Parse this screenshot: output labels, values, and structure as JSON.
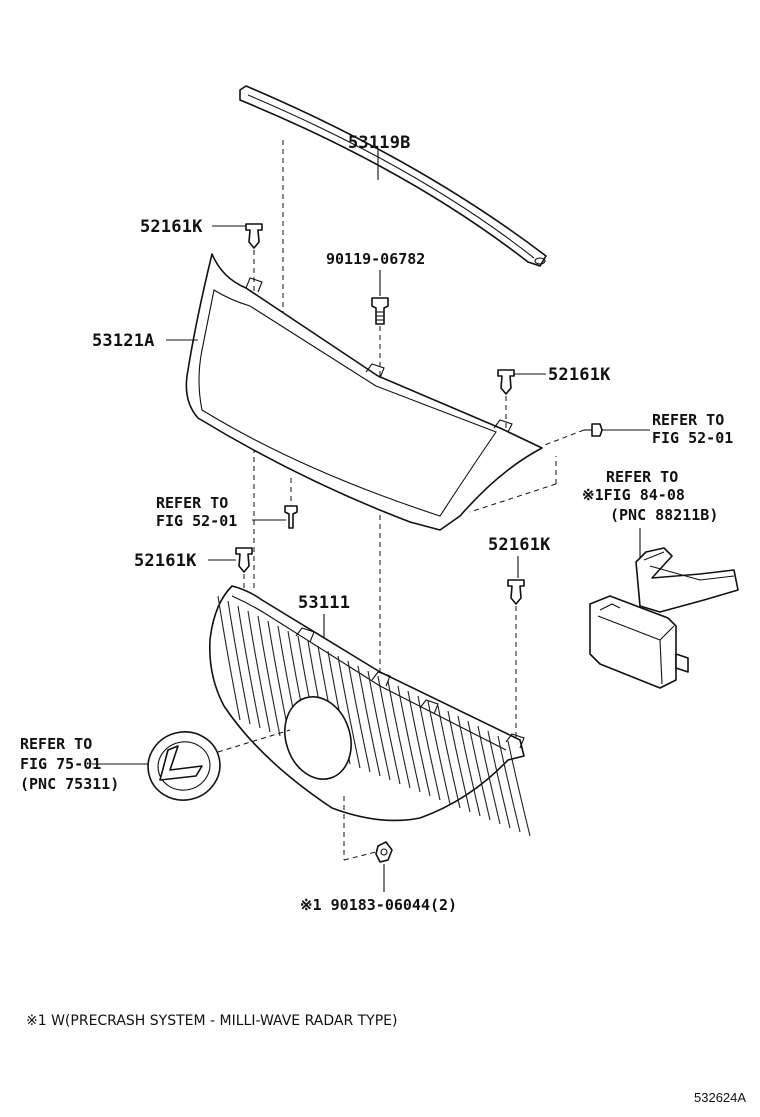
{
  "parts": {
    "molding": "53119B",
    "clip_top_left": "52161K",
    "bolt_center": "90119-06782",
    "frame": "53121A",
    "clip_right": "52161K",
    "refer_right_line1": "REFER TO",
    "refer_right_line2": "FIG 52-01",
    "refer_radar_line1": "REFER TO",
    "refer_radar_line2": "※1FIG 84-08",
    "refer_radar_line3": "(PNC 88211B)",
    "refer_left_line1": "REFER TO",
    "refer_left_line2": "FIG 52-01",
    "clip_mid_left": "52161K",
    "clip_mid_right": "52161K",
    "grille": "53111",
    "refer_emblem_line1": "REFER TO",
    "refer_emblem_line2": "FIG 75-01",
    "refer_emblem_line3": "(PNC 75311)",
    "nut": "※1 90183-06044(2)"
  },
  "footnote": "※1 W(PRECRASH SYSTEM - MILLI-WAVE RADAR TYPE)",
  "figure_code": "532624A"
}
